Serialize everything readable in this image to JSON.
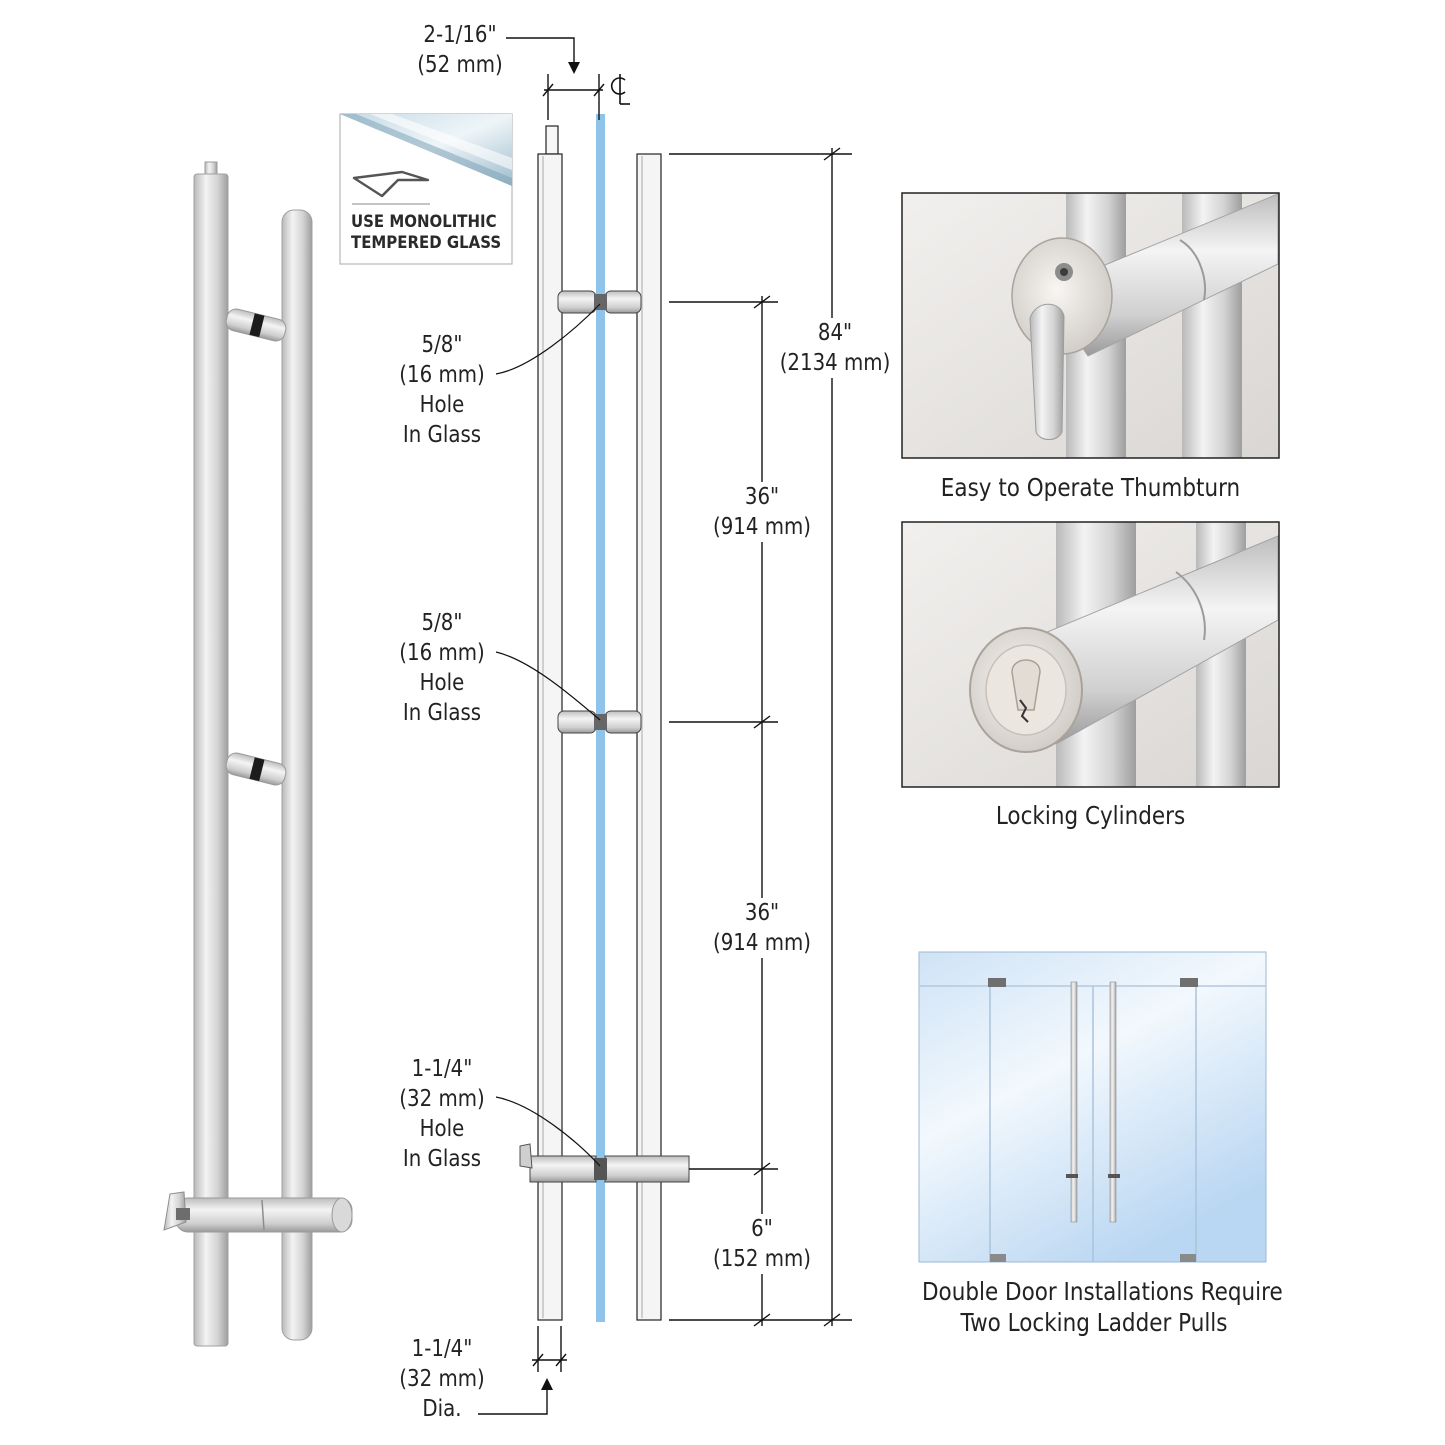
{
  "badge": {
    "line1": "USE MONOLITHIC",
    "line2": "TEMPERED GLASS"
  },
  "dimensions": {
    "offset": {
      "imperial": "2-1/16\"",
      "metric": "(52 mm)"
    },
    "centerline": "CL",
    "overall_height": {
      "imperial": "84\"",
      "metric": "(2134 mm)"
    },
    "upper_spacing": {
      "imperial": "36\"",
      "metric": "(914 mm)"
    },
    "lower_spacing": {
      "imperial": "36\"",
      "metric": "(914 mm)"
    },
    "bottom_offset": {
      "imperial": "6\"",
      "metric": "(152 mm)"
    },
    "diameter": {
      "imperial": "1-1/4\"",
      "metric": "(32 mm)",
      "note": "Dia."
    }
  },
  "holes": [
    {
      "imperial": "5/8\"",
      "metric": "(16 mm)",
      "line3": "Hole",
      "line4": "In Glass"
    },
    {
      "imperial": "5/8\"",
      "metric": "(16 mm)",
      "line3": "Hole",
      "line4": "In Glass"
    },
    {
      "imperial": "1-1/4\"",
      "metric": "(32 mm)",
      "line3": "Hole",
      "line4": "In Glass"
    }
  ],
  "captions": {
    "thumbturn": "Easy to Operate Thumbturn",
    "cylinders": "Locking Cylinders",
    "double_door_line1": "Double Door Installations Require",
    "double_door_line2": "Two Locking Ladder Pulls"
  },
  "colors": {
    "glass": "#8fc4ea",
    "steel_light": "#e9e9e9",
    "steel_dark": "#a9a9a9",
    "line": "#111111"
  }
}
